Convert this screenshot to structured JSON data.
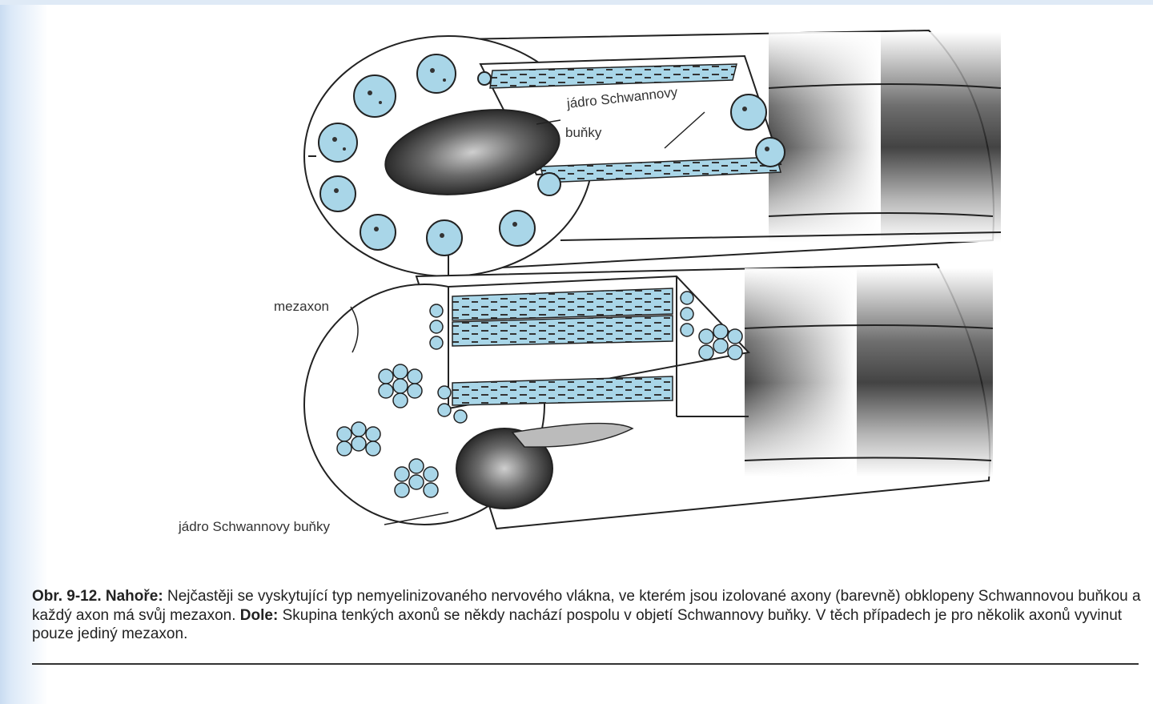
{
  "figure": {
    "labels": {
      "nucleus_top_line1": "jádro Schwannovy",
      "nucleus_top_line2": "buňky",
      "mesaxon": "mezaxon",
      "nucleus_bottom": "jádro Schwannovy  buňky"
    },
    "colors": {
      "axon": "#a9d6e8",
      "ink": "#2a2a2a"
    }
  },
  "caption": {
    "ref": "Obr. 9-12.",
    "top_label": "Nahoře:",
    "top_text": "Nejčastěji se vyskytující typ  nemyelinizovaného nervového vlákna, ve kterém jsou izolované  axony (barevně) obklopeny Schwannovou buňkou a každý axon má  svůj mezaxon.",
    "bottom_label": "Dole:",
    "bottom_text": "Skupina tenkých axonů se někdy nachází  pospolu v objetí Schwannovy buňky. V těch případech je pro  několik axonů vyvinut pouze jediný mezaxon."
  }
}
